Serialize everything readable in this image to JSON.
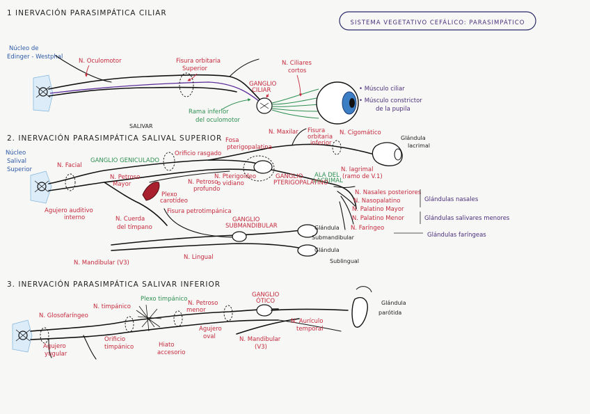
{
  "header": {
    "box_title": "SISTEMA VEGETATIVO CEFÁLICO: PARASIMPÁTICO"
  },
  "section1": {
    "title": "1  INERVACIÓN PARASIMPÁTICA CILIAR",
    "nucleo": [
      "Núcleo de",
      "Edinger - Westphal"
    ],
    "n_oculomotor": "N. Oculomotor",
    "fisura": [
      "Fisura orbitaria",
      "Superior"
    ],
    "n_ciliares": [
      "N. Ciliares",
      "cortos"
    ],
    "ganglio": [
      "GANGLIO",
      "CILIAR"
    ],
    "rama": [
      "Rama inferior",
      "del oculomotor"
    ],
    "musculo_ciliar": "• Músculo ciliar",
    "musculo_constrictor": [
      "• Músculo constrictor",
      "de la pupila"
    ]
  },
  "section2": {
    "title": "2. INERVACIÓN PARASIMPÁTICA SALIVAL SUPERIOR",
    "nucleo": [
      "Núcleo",
      "Salival",
      "Superior"
    ],
    "n_facial": "N. Facial",
    "ganglio_geniculado": "GANGLIO GENICULADO",
    "orificio_rasgado": "Orificio rasgado",
    "fosa": [
      "Fosa",
      "pterigopalatina"
    ],
    "n_maxilar": "N. Maxilar",
    "fisura_inf": [
      "Fisura",
      "orbitaria",
      "inferior"
    ],
    "n_cigomatico": "N. Cigomático",
    "glandula_lagrimal": [
      "Glándula",
      "lacrimal"
    ],
    "n_lagrimal": [
      "N. lagrimal",
      "(ramo de V.1)"
    ],
    "ala_lacrimal": [
      "ALA DEL",
      "LACRIMAL"
    ],
    "ganglio_ptg": [
      "GANGLIO",
      "PTERIGOPALATINO"
    ],
    "n_pterigoideo": [
      "N. Pterigoideo",
      "o vidiano"
    ],
    "n_petroso_prof": [
      "N. Petroso",
      "profundo"
    ],
    "n_petroso_mayor": [
      "N. Petroso",
      "Mayor"
    ],
    "plexo": [
      "Plexo",
      "carotídeo"
    ],
    "fisura_petro": "Fisura petrotimpánica",
    "agujero": [
      "Agujero auditivo",
      "interno"
    ],
    "cuerda": [
      "N. Cuerda",
      "del tímpano"
    ],
    "ganglio_subm": [
      "GANGLIO",
      "SUBMANDIBULAR"
    ],
    "glandula_subm": [
      "Glándula",
      "Submandibular"
    ],
    "glandula_subl": [
      "Glándula",
      "Sublingual"
    ],
    "n_mandibular": "N. Mandibular (V3)",
    "n_lingual": "N. Lingual",
    "salival_note": "SALIVAR",
    "ramos": [
      "N. Nasales posteriores",
      "N. Nasopalatino",
      "N. Palatino Mayor",
      "N. Palatino Menor",
      "N. Faríngeo"
    ],
    "glandulas_nasales": "Glándulas nasales",
    "glandulas_salivares": "Glándulas salivares menores",
    "glandulas_faringeas": "Glándulas faríngeas"
  },
  "section3": {
    "title": "3. INERVACIÓN PARASIMPÁTICA SALIVAR INFERIOR",
    "n_gloso": "N. Glosofaríngeo",
    "n_timpanico": "N. timpánico",
    "plexo_timp": "Plexo timpánico",
    "n_petroso_menor": [
      "N. Petroso",
      "menor"
    ],
    "ganglio_otico": [
      "GANGLIO",
      "ÓTICO"
    ],
    "glandula_parotida": [
      "Glándula",
      "parótida"
    ],
    "agujero_yugular": [
      "Agujero",
      "yugular"
    ],
    "orificio_timp": [
      "Orificio",
      "timpánico"
    ],
    "hiato": [
      "Hiato",
      "accesorio"
    ],
    "agujero_oval": [
      "Agujero",
      "oval"
    ],
    "n_auriculo": [
      "N. Aurículo",
      "temporal"
    ],
    "n_mandibular": [
      "N. Mandibular",
      "(V3)"
    ]
  }
}
